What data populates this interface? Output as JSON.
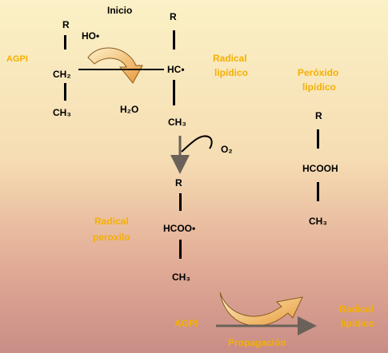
{
  "labels": {
    "inicio": "Inicio",
    "agpi_left": "AGPI",
    "agpi_bottom": "AGPI",
    "propagacion": "Propagación",
    "radical_lipidico_top_1": "Radical",
    "radical_lipidico_top_2": "lipídico",
    "radical_lipidico_bottom_1": "Radical",
    "radical_lipidico_bottom_2": "lipídico",
    "peroxido_1": "Peróxido",
    "peroxido_2": "lipídico",
    "radical_peroxilo_1": "Radical",
    "radical_peroxilo_2": "peroxilo"
  },
  "chem": {
    "r1": "R",
    "ho": "HO•",
    "ch2": "CH₂",
    "ch3_1": "CH₃",
    "h2o": "H₂O",
    "r2": "R",
    "hc": "HC•",
    "ch3_2": "CH₃",
    "o2": "O₂",
    "r3": "R",
    "hcoo": "HCOO•",
    "ch3_3": "CH₃",
    "r4": "R",
    "hcooh": "HCOOH",
    "ch3_4": "CH₃"
  },
  "colors": {
    "accent": "#f5b000",
    "arrow_gray": "#6b6158",
    "bg_top": "#fbf1c6",
    "bg_bottom": "#c98d86"
  }
}
